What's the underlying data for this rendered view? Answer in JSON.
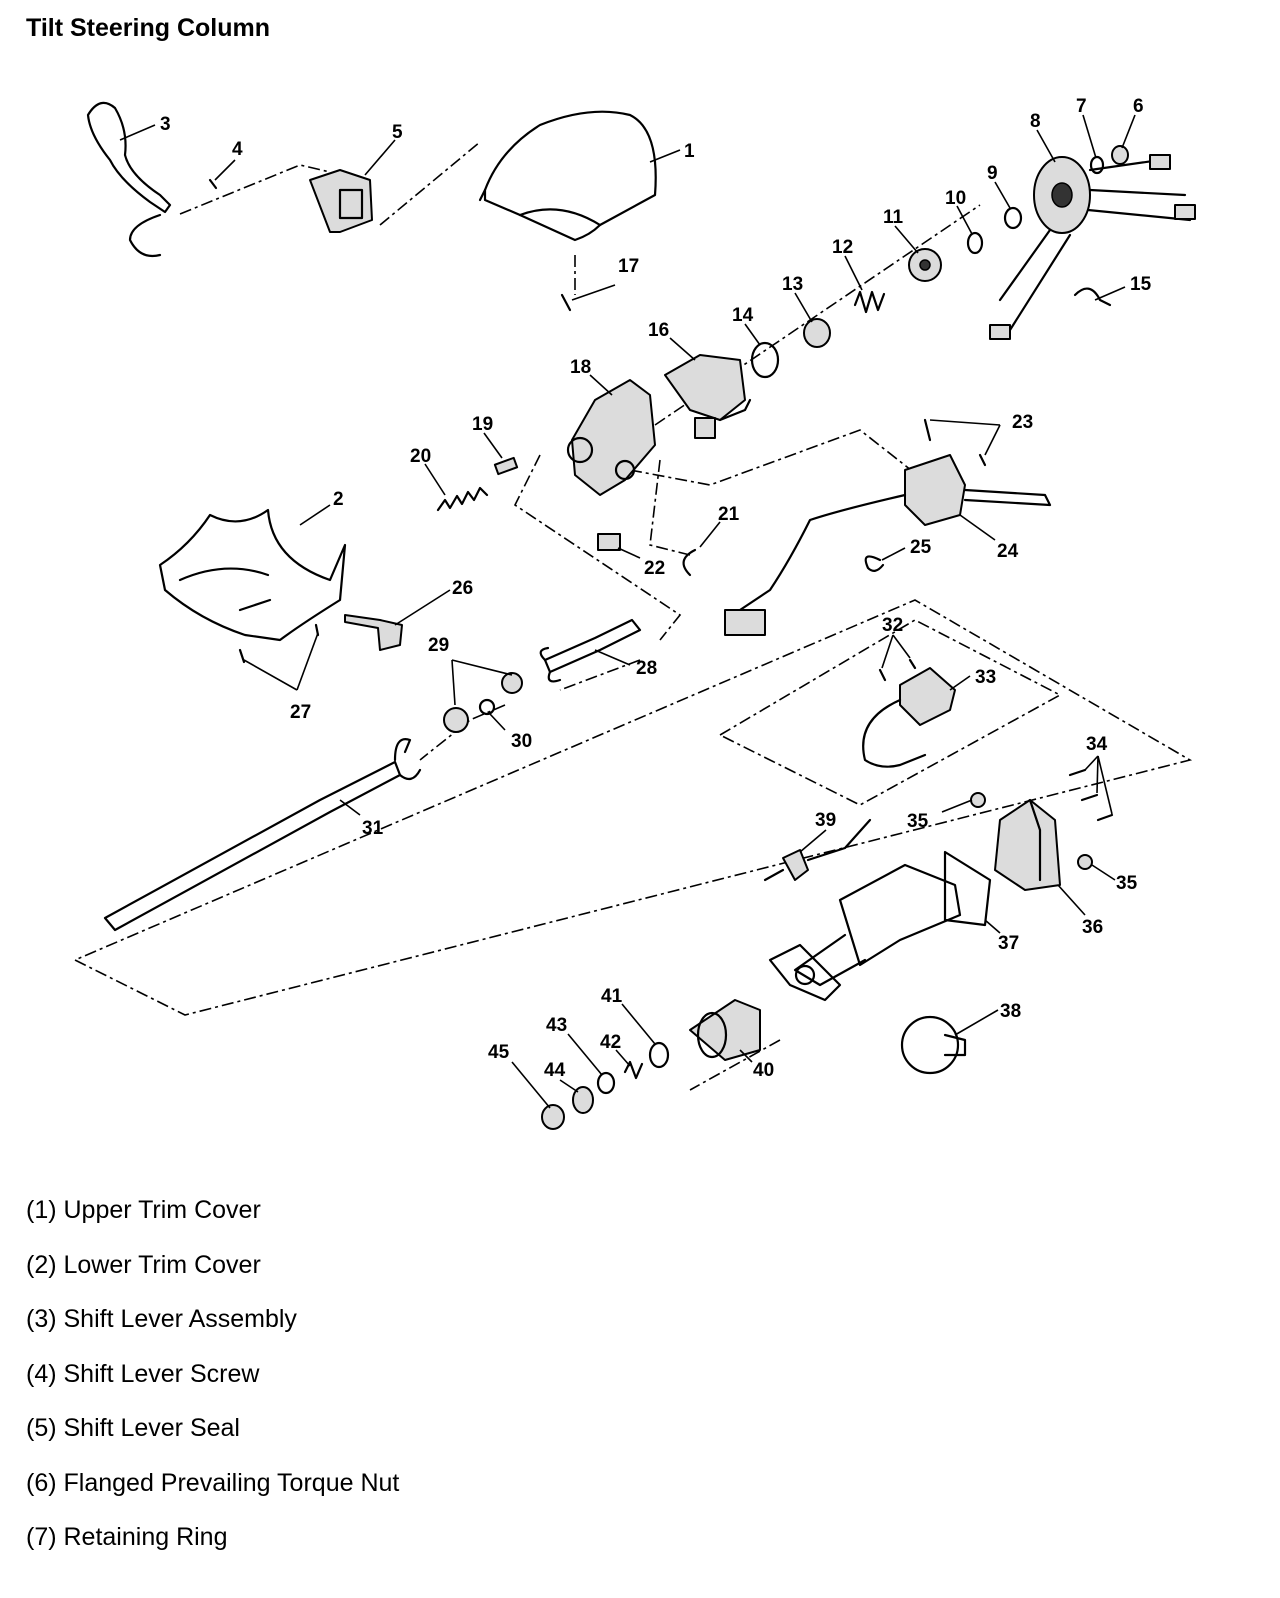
{
  "title": "Tilt Steering Column",
  "callouts": [
    "1",
    "2",
    "3",
    "4",
    "5",
    "6",
    "7",
    "8",
    "9",
    "10",
    "11",
    "12",
    "13",
    "14",
    "15",
    "16",
    "17",
    "18",
    "19",
    "20",
    "21",
    "22",
    "23",
    "24",
    "25",
    "26",
    "27",
    "28",
    "29",
    "30",
    "31",
    "32",
    "33",
    "34",
    "35",
    "35",
    "36",
    "37",
    "38",
    "39",
    "40",
    "41",
    "42",
    "43",
    "44",
    "45"
  ],
  "legend": [
    "(1) Upper Trim Cover",
    "(2) Lower Trim Cover",
    "(3) Shift Lever Assembly",
    "(4) Shift Lever Screw",
    "(5) Shift Lever Seal",
    "(6) Flanged Prevailing Torque Nut",
    "(7) Retaining Ring"
  ]
}
